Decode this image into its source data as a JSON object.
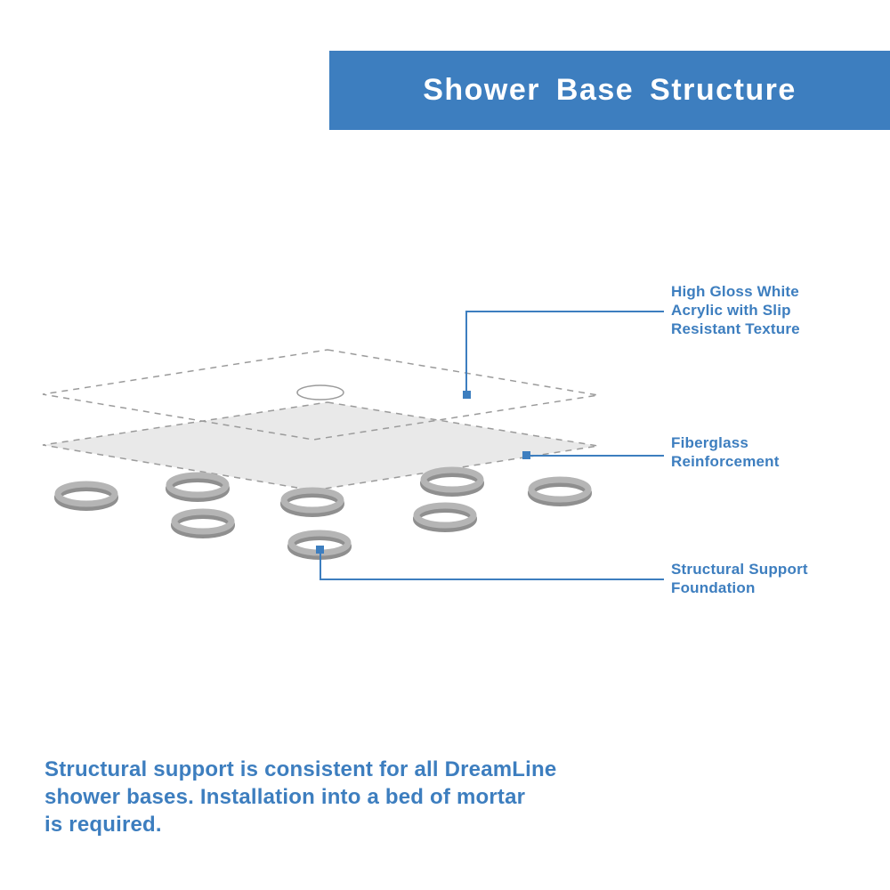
{
  "header": {
    "title": "Shower Base Structure"
  },
  "callouts": {
    "acrylic": {
      "lines": [
        "High Gloss White",
        "Acrylic with Slip",
        "Resistant Texture"
      ]
    },
    "fiberglass": {
      "lines": [
        "Fiberglass",
        "Reinforcement"
      ]
    },
    "support": {
      "lines": [
        "Structural Support",
        "Foundation"
      ]
    }
  },
  "footer": {
    "lines": [
      "Structural support is consistent for all DreamLine",
      "shower bases. Installation into a bed of mortar",
      "is required."
    ]
  },
  "colors": {
    "accent_blue": "#3d7ebf",
    "header_text": "#ffffff",
    "layer_fill": "#e9e9e9",
    "outline_gray": "#9b9b9b",
    "ring_dark_gray": "#8f8f8f",
    "ring_light_gray": "#b5b5b5"
  }
}
